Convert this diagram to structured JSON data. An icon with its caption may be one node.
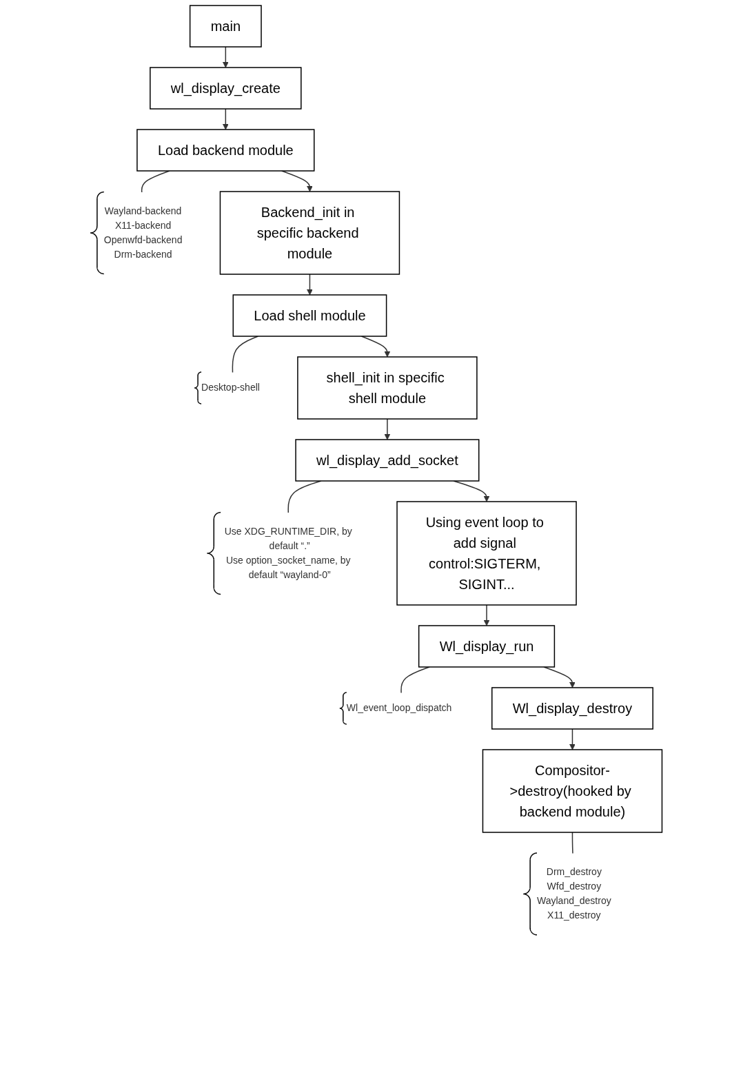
{
  "diagram": {
    "nodes": [
      {
        "text": [
          "main"
        ]
      },
      {
        "text": [
          "wl_display_create"
        ]
      },
      {
        "text": [
          "Wayland-backend",
          "X11-backend",
          "Openwfd-backend",
          "Drm-backend"
        ]
      },
      {
        "text": [
          "Load backend module"
        ]
      },
      {
        "text": [
          "Backend_init in specific backend module"
        ]
      },
      {
        "text": [
          "Desktop-shell"
        ]
      },
      {
        "text": [
          "Load shell module"
        ]
      },
      {
        "text": [
          "shell_init in specific shell module"
        ]
      },
      {
        "text": [
          "wl_display_add_socket"
        ]
      },
      {
        "text": [
          "Use XDG_RUNTIME_DIR, by default “.”",
          "Use option_socket_name, by default “wayland-0”"
        ]
      },
      {
        "text": [
          "Using event loop to add signal control:SIGTERM, SIGINT..."
        ]
      },
      {
        "text": [
          "Wl_display_run"
        ]
      },
      {
        "text": [
          "Wl_event_loop_dispatch"
        ]
      },
      {
        "text": [
          "Wl_display_destroy"
        ]
      },
      {
        "text": [
          "Compositor->destroy(hooked by backend module)"
        ]
      },
      {
        "text": [
          "Drm_destroy",
          "Wfd_destroy",
          "Wayland_destroy",
          "X11_destroy"
        ]
      }
    ],
    "edges": [
      {
        "from": 0,
        "to": 1,
        "arrow": "to"
      },
      {
        "from": 1,
        "to": 3,
        "arrow": "to"
      },
      {
        "from": 3,
        "to": 2,
        "arrow": "none"
      },
      {
        "from": 3,
        "to": 4,
        "arrow": "to"
      },
      {
        "from": 4,
        "to": 6,
        "arrow": "to"
      },
      {
        "from": 6,
        "to": 5,
        "arrow": "none"
      },
      {
        "from": 6,
        "to": 7,
        "arrow": "to"
      },
      {
        "from": 7,
        "to": 8,
        "arrow": "to"
      },
      {
        "from": 8,
        "to": 9,
        "arrow": "none"
      },
      {
        "from": 8,
        "to": 10,
        "arrow": "to"
      },
      {
        "from": 10,
        "to": 11,
        "arrow": "to"
      },
      {
        "from": 11,
        "to": 12,
        "arrow": "none"
      },
      {
        "from": 11,
        "to": 13,
        "arrow": "to"
      },
      {
        "from": 13,
        "to": 14,
        "arrow": "to"
      },
      {
        "from": 14,
        "to": 15,
        "arrow": "none"
      }
    ]
  }
}
